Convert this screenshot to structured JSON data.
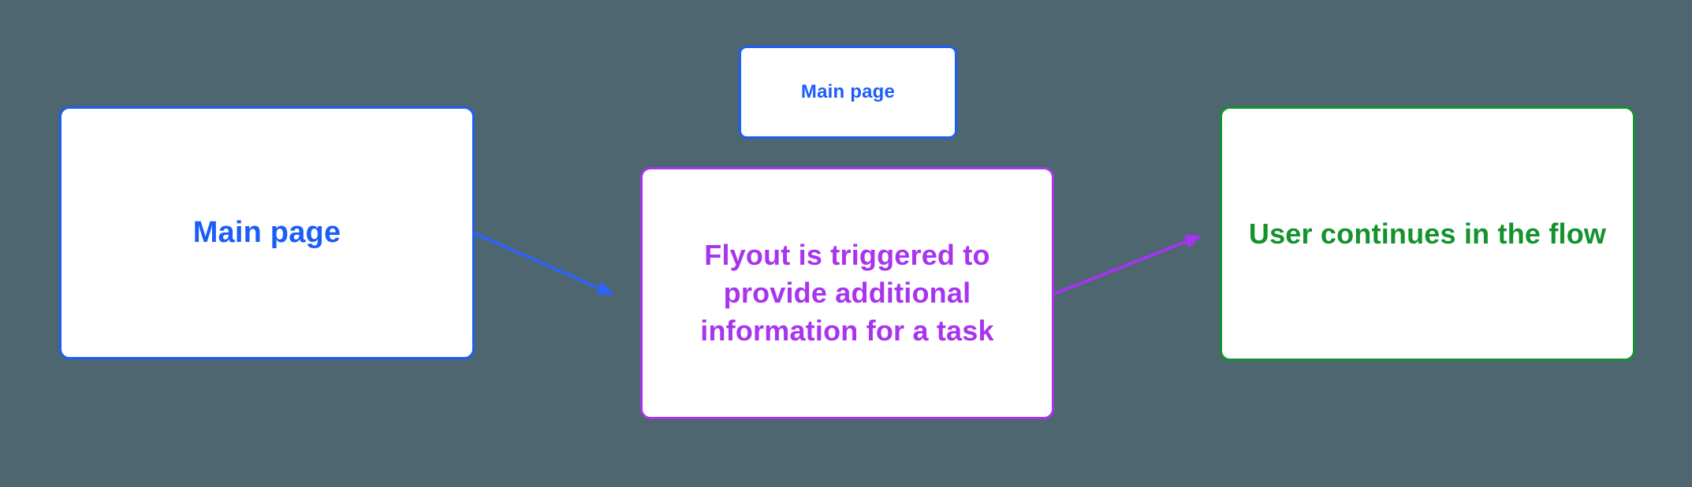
{
  "canvas": {
    "bg": "#4D6670"
  },
  "diagram": {
    "nodes": [
      {
        "id": "main-page-left",
        "label": "Main page",
        "color": "#1B5EF5"
      },
      {
        "id": "main-page-top",
        "label": "Main page",
        "color": "#1B5EF5"
      },
      {
        "id": "flyout",
        "label": "Flyout is triggered to provide additional information for a task",
        "color": "#A834EE"
      },
      {
        "id": "user-continues",
        "label": "User continues in the flow",
        "color": "#14922D"
      }
    ],
    "edges": [
      {
        "from": "main-page-left",
        "to": "flyout",
        "color": "#2E63F5"
      },
      {
        "from": "flyout",
        "to": "user-continues",
        "color": "#A335EE"
      }
    ]
  }
}
